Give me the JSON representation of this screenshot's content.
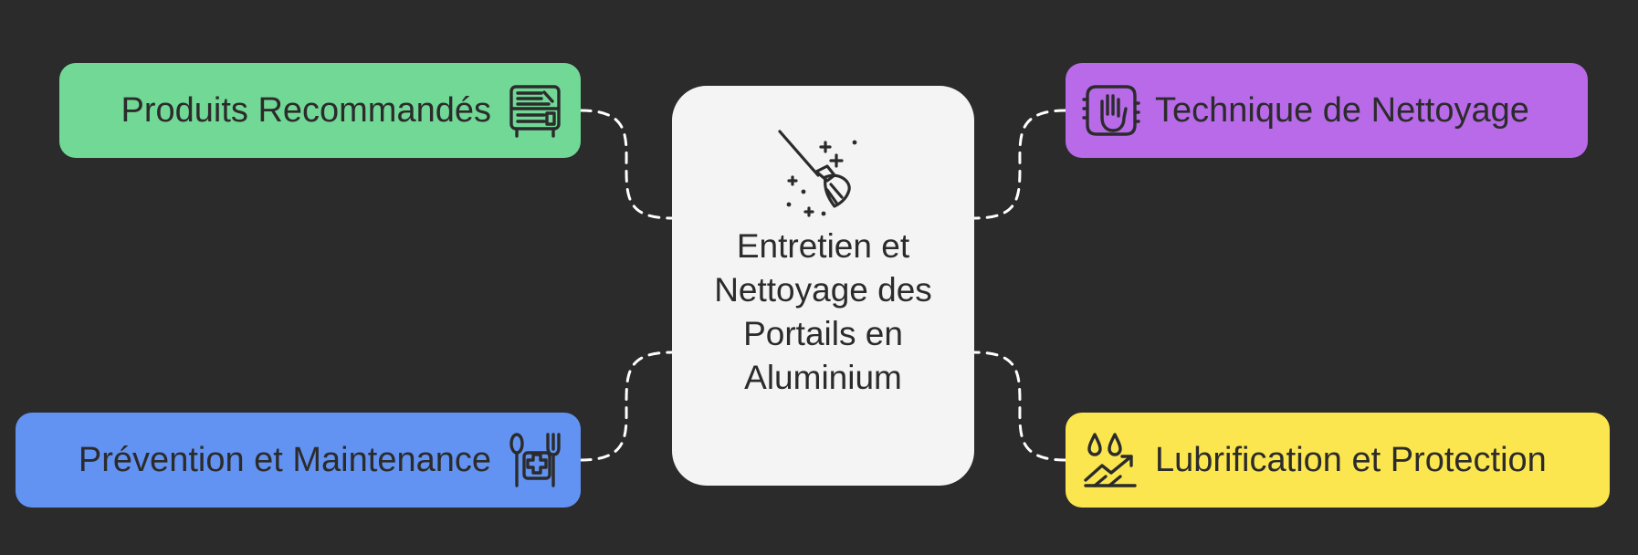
{
  "center": {
    "title": "Entretien et Nettoyage des Portails en Aluminium",
    "icon": "broom-sparkles-icon"
  },
  "nodes": {
    "produits": {
      "label": "Produits Recommandés",
      "icon": "cabinet-shelf-icon",
      "color": "#72d896"
    },
    "technique": {
      "label": "Technique de Nettoyage",
      "icon": "hand-cleaning-icon",
      "color": "#b86ae8"
    },
    "prevention": {
      "label": "Prévention et Maintenance",
      "icon": "tools-medical-icon",
      "color": "#6393f2"
    },
    "lubrification": {
      "label": "Lubrification et Protection",
      "icon": "drops-trend-icon",
      "color": "#fbe64f"
    }
  },
  "colors": {
    "background": "#2b2b2b",
    "center": "#f4f4f4",
    "ink": "#2b2b2b",
    "connector": "#ffffff"
  }
}
